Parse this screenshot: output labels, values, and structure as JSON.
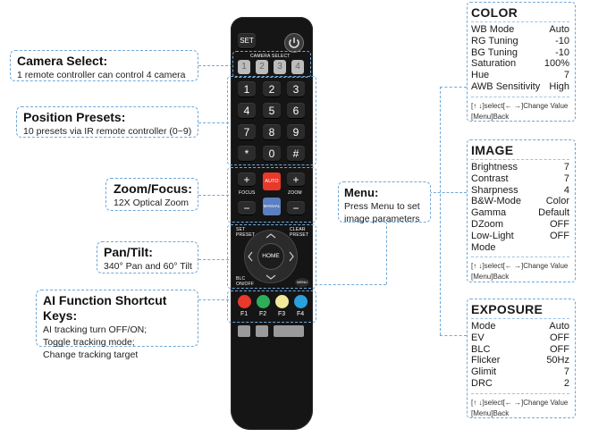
{
  "callouts": {
    "camera": {
      "title": "Camera Select:",
      "desc": "1 remote controller can control 4 camera"
    },
    "position": {
      "title": "Position Presets:",
      "desc": "10 presets via IR remote controller (0~9)"
    },
    "zoom": {
      "title": "Zoom/Focus:",
      "desc": "12X Optical Zoom"
    },
    "pantilt": {
      "title": "Pan/Tilt:",
      "desc": "340° Pan and 60° Tilt"
    },
    "ai": {
      "title": "AI Function Shortcut Keys:",
      "lines": [
        "AI tracking turn OFF/ON;",
        "Toggle  tracking mode;",
        "Change tracking target"
      ]
    },
    "menu": {
      "title": "Menu:",
      "lines": [
        "Press Menu to set",
        "image parameters"
      ]
    }
  },
  "remote": {
    "set": "SET",
    "power_icon": "power-icon",
    "camera_select_label": "CAMERA SELECT",
    "cameras": [
      "1",
      "2",
      "3",
      "4"
    ],
    "keys": [
      "1",
      "2",
      "3",
      "4",
      "5",
      "6",
      "7",
      "8",
      "9",
      "*",
      "0",
      "#"
    ],
    "focus_plus": "+",
    "focus_minus": "−",
    "focus_label": "FOCUS",
    "zoom_plus": "+",
    "zoom_minus": "−",
    "zoom_label": "ZOOM",
    "auto": "AUTO",
    "manual": "MANUAL",
    "set_preset": "SET PRESET",
    "clear_preset": "CLEAR PRESET",
    "home": "HOME",
    "blc": "BLC ON/OFF",
    "menu": "MENU",
    "f_keys": [
      "F1",
      "F2",
      "F3",
      "F4"
    ],
    "f_colors": [
      "#e8392b",
      "#2eae5a",
      "#f2e99a",
      "#2aa0dc"
    ]
  },
  "panels": {
    "color": {
      "title": "COLOR",
      "rows": [
        [
          "WB Mode",
          "Auto"
        ],
        [
          "RG Tuning",
          "-10"
        ],
        [
          "BG Tuning",
          "-10"
        ],
        [
          "Saturation",
          "100%"
        ],
        [
          "Hue",
          "7"
        ],
        [
          "AWB Sensitivity",
          "High"
        ]
      ],
      "hint1": "[↑ ↓]select[← →]Change Value",
      "hint2": "[Menu]Back"
    },
    "image": {
      "title": "IMAGE",
      "rows": [
        [
          "Brightness",
          "7"
        ],
        [
          "Contrast",
          "7"
        ],
        [
          "Sharpness",
          "4"
        ],
        [
          "B&W-Mode",
          "Color"
        ],
        [
          "Gamma",
          "Default"
        ],
        [
          "DZoom",
          "OFF"
        ],
        [
          "Low-Light",
          "OFF"
        ],
        [
          "Mode",
          ""
        ]
      ],
      "hint1": "[↑ ↓]select[← →]Change Value",
      "hint2": "[Menu]Back"
    },
    "exposure": {
      "title": "EXPOSURE",
      "rows": [
        [
          "Mode",
          "Auto"
        ],
        [
          "EV",
          "OFF"
        ],
        [
          "BLC",
          "OFF"
        ],
        [
          "Flicker",
          "50Hz"
        ],
        [
          "Glimit",
          "7"
        ],
        [
          "DRC",
          "2"
        ]
      ],
      "hint1": "[↑ ↓]select[← →]Change Value",
      "hint2": "[Menu]Back"
    }
  }
}
